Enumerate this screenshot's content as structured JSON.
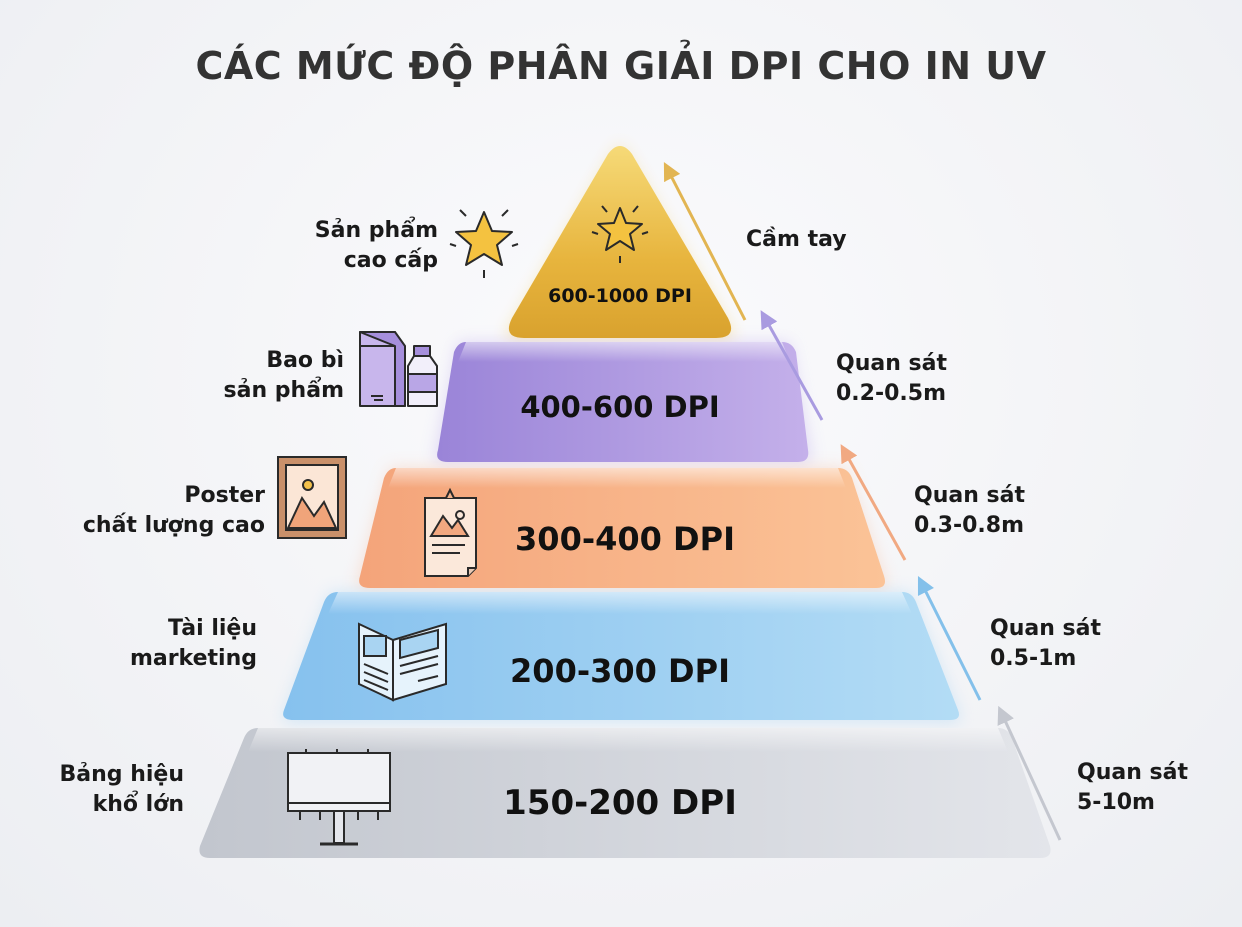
{
  "title": "CÁC MỨC ĐỘ PHÂN GIẢI DPI CHO IN UV",
  "tiers": [
    {
      "dpi": "600-1000 DPI",
      "use_line1": "Sản phẩm",
      "use_line2": "cao cấp",
      "distance_line1": "Cầm tay",
      "distance_line2": "",
      "icon": "star-icon",
      "color": "#e8b83e"
    },
    {
      "dpi": "400-600 DPI",
      "use_line1": "Bao bì",
      "use_line2": "sản phẩm",
      "distance_line1": "Quan sát",
      "distance_line2": "0.2-0.5m",
      "icon": "packaging-icon",
      "color": "#a894df"
    },
    {
      "dpi": "300-400 DPI",
      "use_line1": "Poster",
      "use_line2": "chất lượng cao",
      "distance_line1": "Quan sát",
      "distance_line2": "0.3-0.8m",
      "icon": "poster-icon",
      "color": "#f7ad82"
    },
    {
      "dpi": "200-300 DPI",
      "use_line1": "Tài liệu",
      "use_line2": "marketing",
      "distance_line1": "Quan sát",
      "distance_line2": "0.5-1m",
      "icon": "brochure-icon",
      "color": "#8fc8ef"
    },
    {
      "dpi": "150-200 DPI",
      "use_line1": "Bảng hiệu",
      "use_line2": "khổ lớn",
      "distance_line1": "Quan sát",
      "distance_line2": "5-10m",
      "icon": "billboard-icon",
      "color": "#c9ccd3"
    }
  ]
}
